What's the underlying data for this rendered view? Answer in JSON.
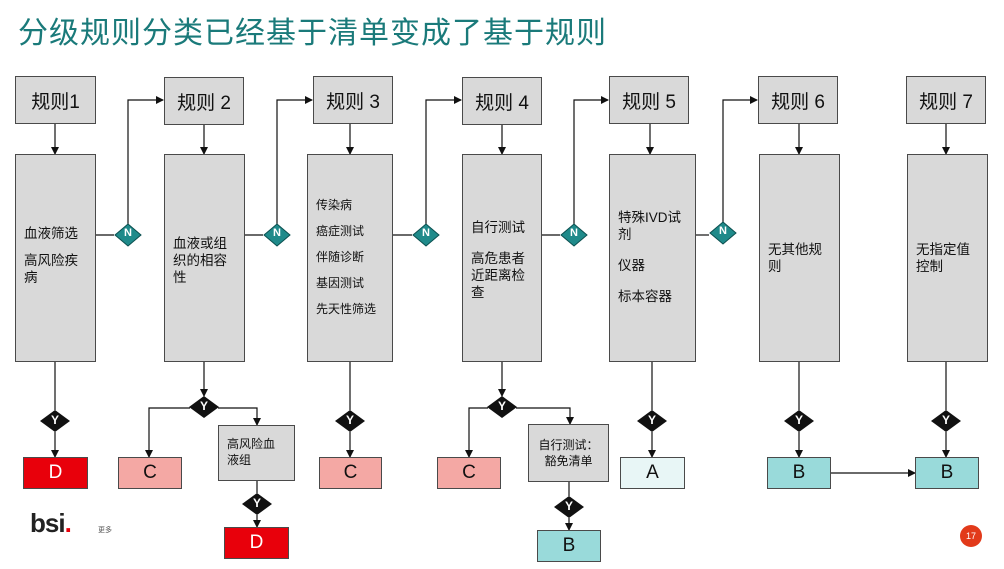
{
  "title": "分级规则分类已经基于清单变成了基于规则",
  "rules": [
    "规则1",
    "规则 2",
    "规则 3",
    "规则 4",
    "规则 5",
    "规则 6",
    "规则 7"
  ],
  "descriptions": [
    [
      "血液筛选",
      "高风险疾病"
    ],
    [
      "血液或组织的相容性"
    ],
    [
      "传染病",
      "癌症测试",
      "伴随诊断",
      "基因测试",
      "先天性筛选"
    ],
    [
      "自行测试",
      "高危患者近距离检查"
    ],
    [
      "特殊IVD试剂",
      "仪器",
      "标本容器"
    ],
    [
      "无其他规则"
    ],
    [
      "无指定值控制"
    ]
  ],
  "branch_boxes": {
    "rule2_sub": "高风险血液组",
    "rule4_sub": "自行测试：豁免清单"
  },
  "decision_labels": {
    "no": "N",
    "yes": "Y"
  },
  "classes": {
    "r1": "D",
    "r2_left": "C",
    "r2_sub": "D",
    "r3": "C",
    "r4_left": "C",
    "r4_sub": "B",
    "r5": "A",
    "r6": "B",
    "r7": "B"
  },
  "colors": {
    "title": "#1a7a7a",
    "box_fill": "#d9d9d9",
    "class_D": "#e8000b",
    "class_C": "#f4a8a4",
    "class_B": "#99dada",
    "class_A": "#e8f6f6",
    "n_diamond": "#1f8a8a"
  },
  "footer": {
    "logo": "bsi",
    "logo_dot": ".",
    "tagline": "更多",
    "page_number": "17"
  }
}
